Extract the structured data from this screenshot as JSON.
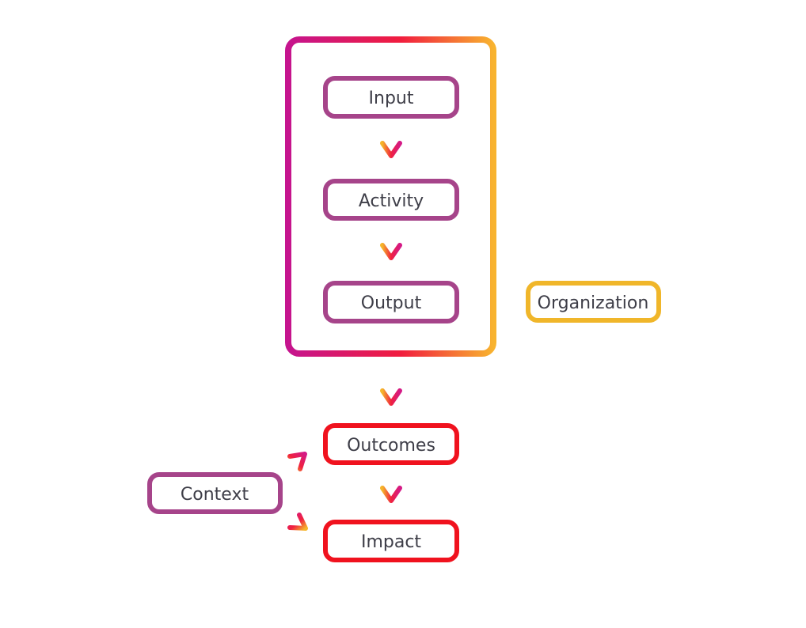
{
  "diagram": {
    "nodes": {
      "input": "Input",
      "activity": "Activity",
      "output": "Output",
      "organization": "Organization",
      "outcomes": "Outcomes",
      "context": "Context",
      "impact": "Impact"
    },
    "colors": {
      "process_box": "#a6448a",
      "organization_box": "#f0b62a",
      "result_box": "#f0121e",
      "container_gradient": [
        "#c5148e",
        "#f11d3e",
        "#f8b32f"
      ],
      "arrow_gradient": [
        "#f5b52a",
        "#f0213f",
        "#d41a86"
      ],
      "text": "#3e3e48"
    }
  }
}
